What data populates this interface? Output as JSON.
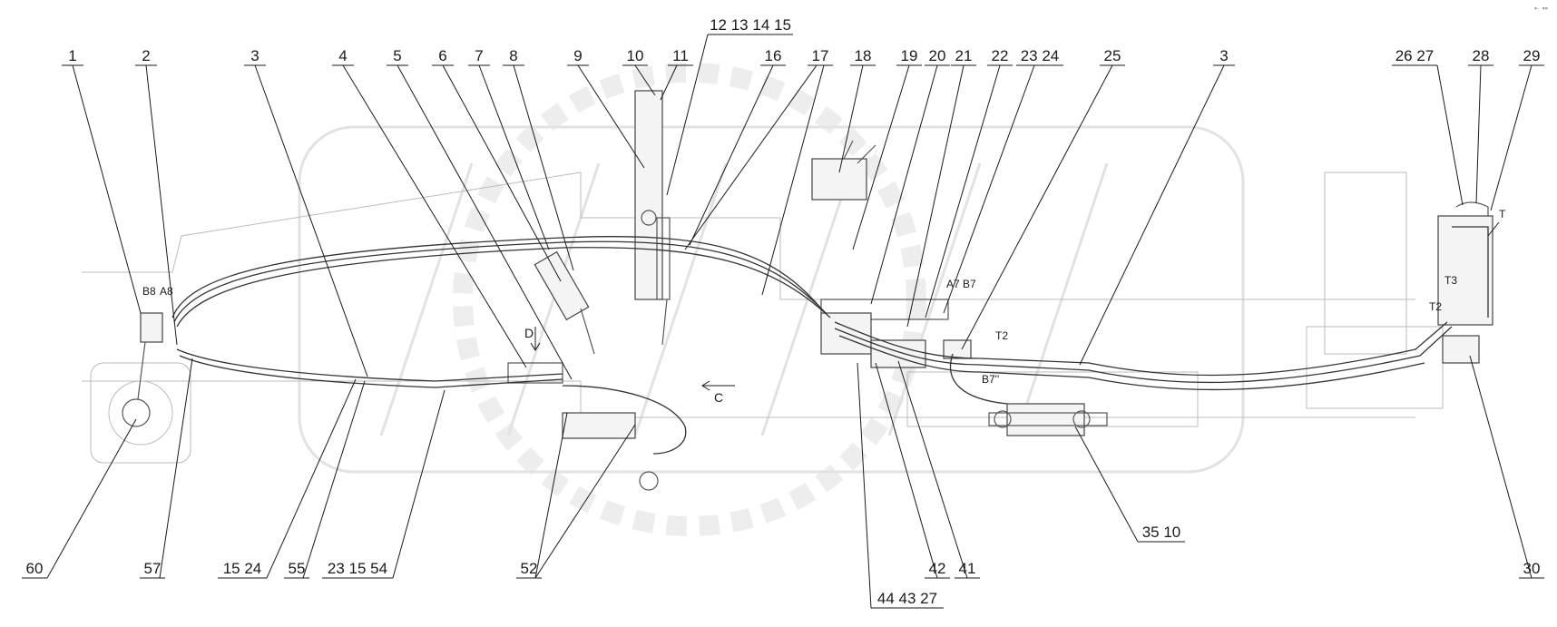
{
  "corner_mark": "▪· ▪▪",
  "callouts_top": [
    "1",
    "2",
    "3",
    "4",
    "5",
    "6",
    "7",
    "8",
    "9",
    "10",
    "11",
    "12 13 14 15",
    "16",
    "17",
    "18",
    "19",
    "20",
    "21",
    "22",
    "23 24",
    "25",
    "3",
    "26 27",
    "28",
    "29"
  ],
  "callouts_bottom": [
    "60",
    "57",
    "15 24",
    "55",
    "23 15 54",
    "52",
    "44 43 27",
    "42",
    "41",
    "35 10",
    "30"
  ],
  "port_labels": {
    "b8": "B8",
    "a8": "A8",
    "a7": "A7",
    "b7": "B7",
    "t2a": "T2",
    "b7pp": "B7''",
    "t2b": "T2",
    "t3": "T3",
    "t": "T",
    "d": "D",
    "c": "C"
  },
  "colors": {
    "line": "#1a1a1a",
    "watermark": "#e2e2e2",
    "background": "#ffffff"
  }
}
